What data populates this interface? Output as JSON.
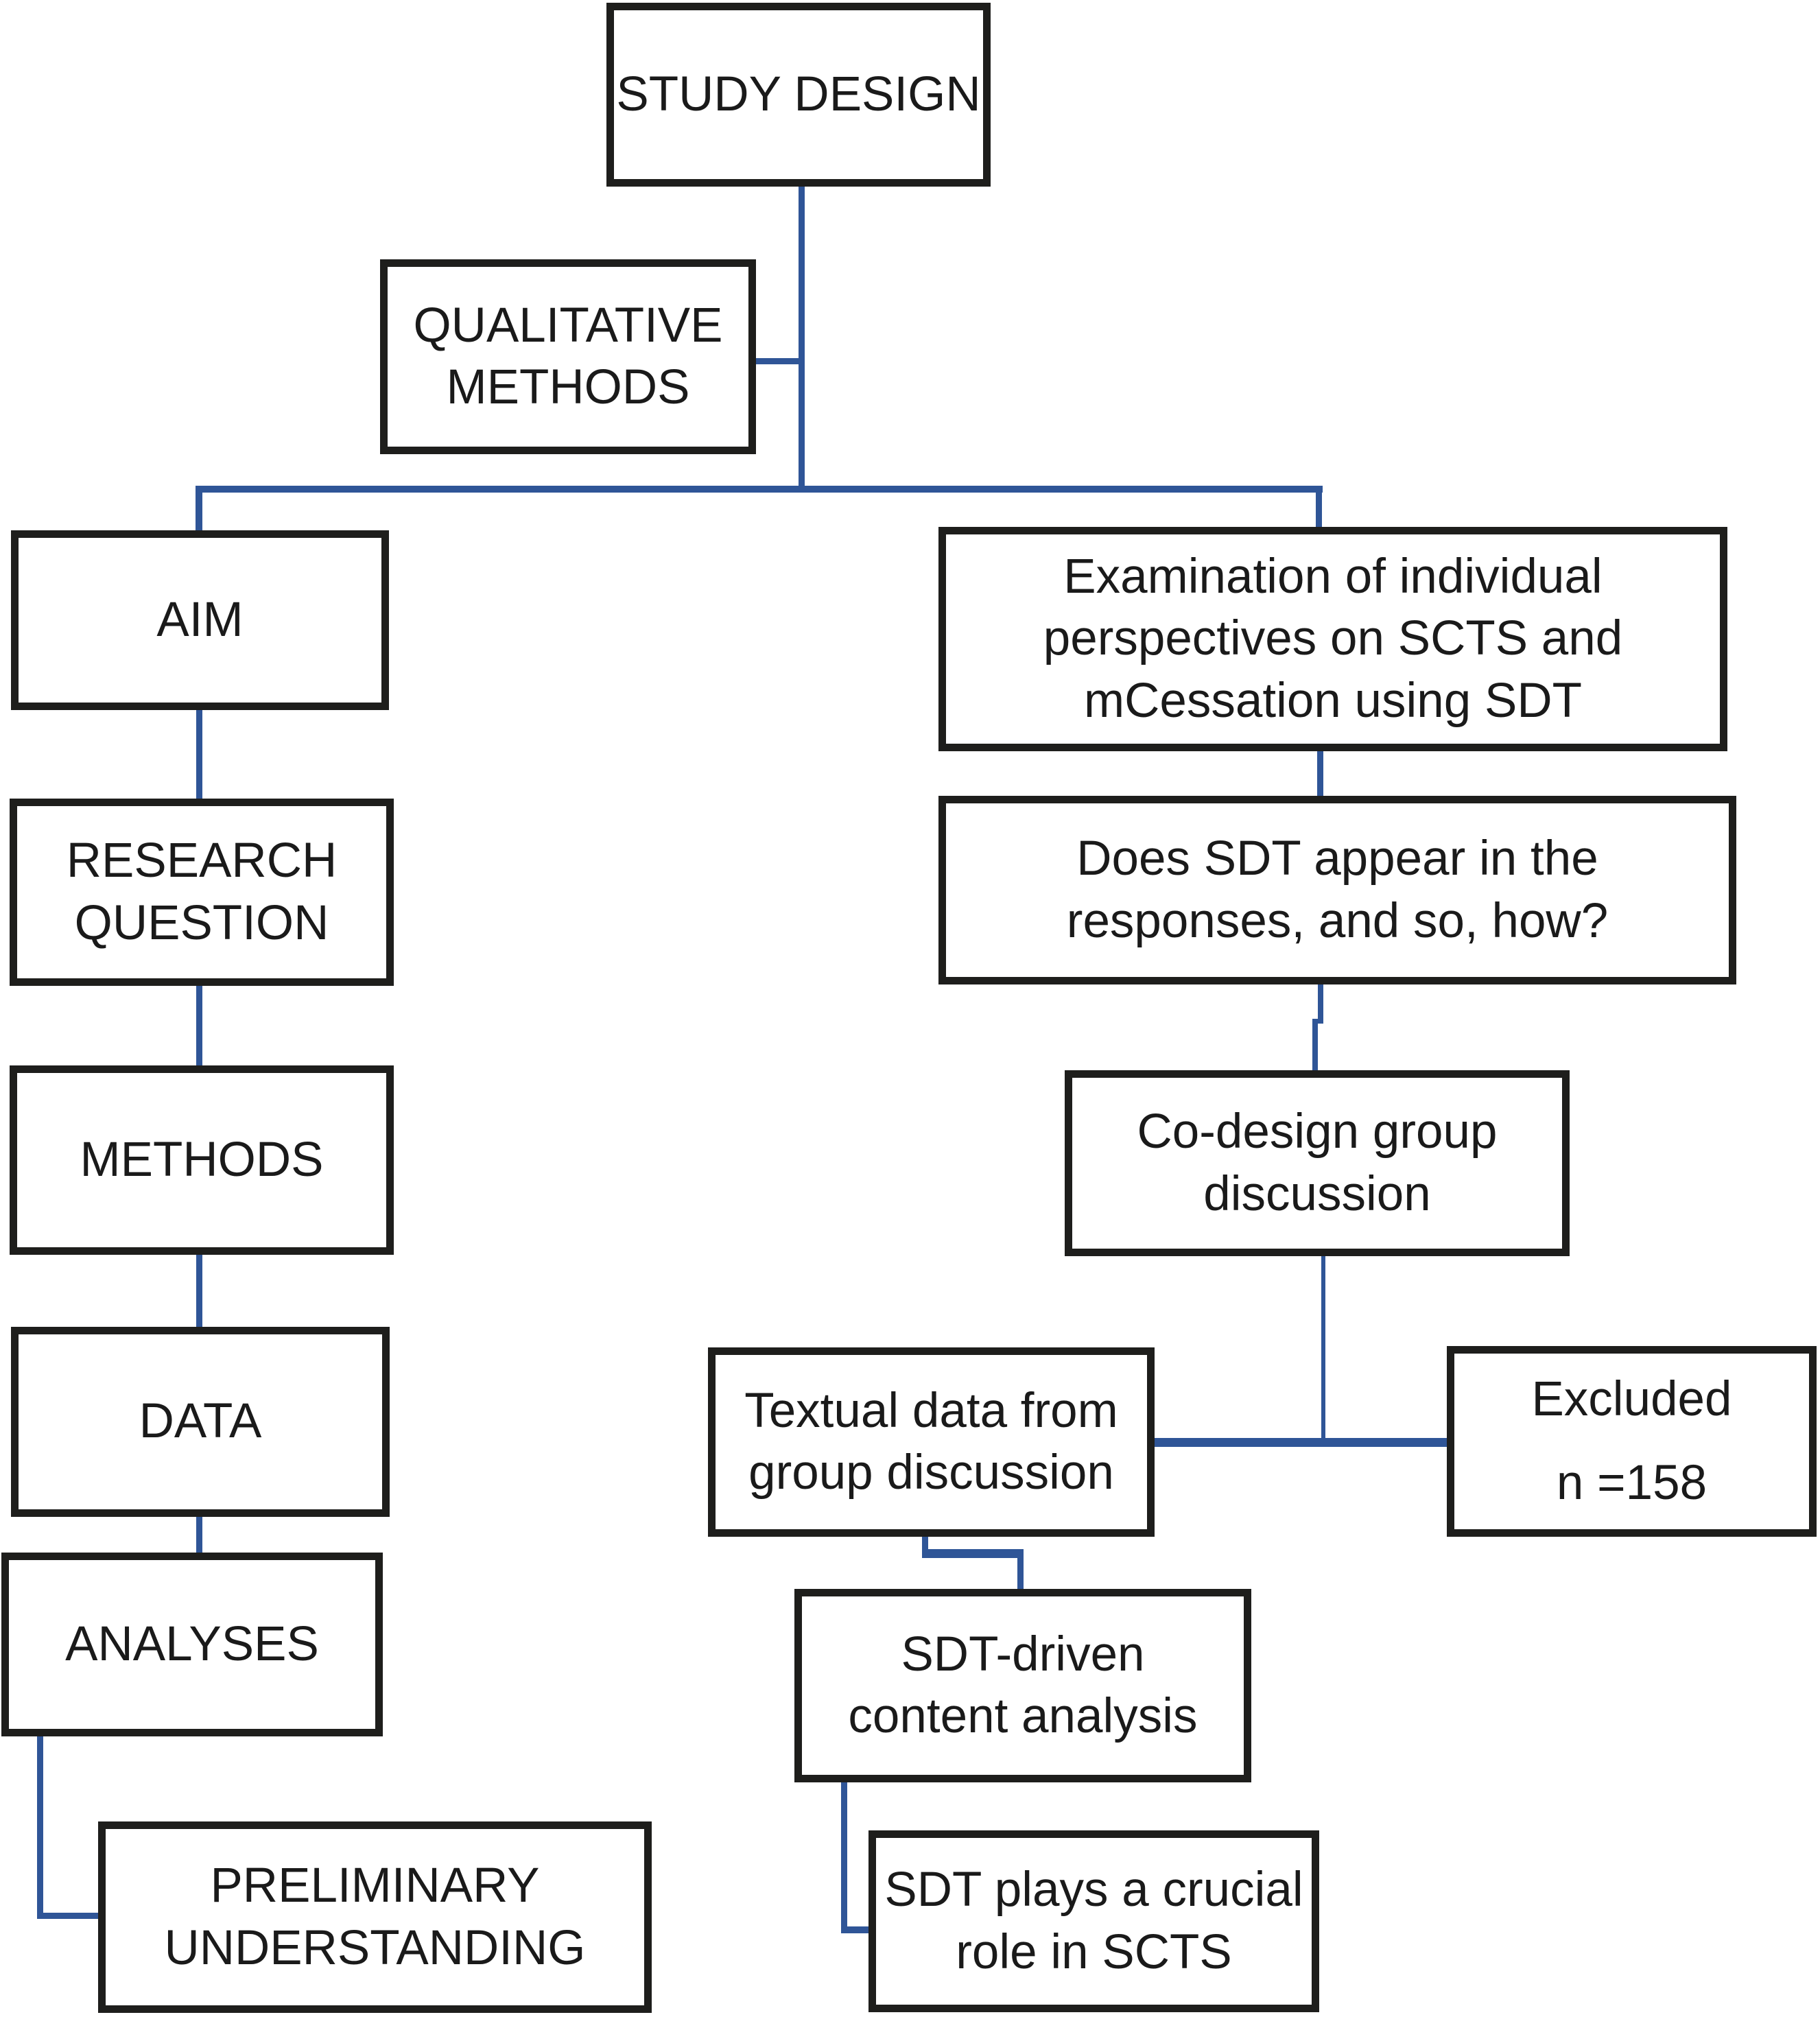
{
  "colors": {
    "connector_blue": "#2f5597",
    "box_border": "#1e1e1c",
    "text": "#1a1a1a",
    "background": "#ffffff"
  },
  "flowchart": {
    "nodes": {
      "study_design": {
        "label": "STUDY DESIGN"
      },
      "qualitative_methods": {
        "label": "QUALITATIVE\nMETHODS"
      },
      "aim": {
        "label": "AIM"
      },
      "research_question": {
        "label": "RESEARCH\nQUESTION"
      },
      "methods": {
        "label": "METHODS"
      },
      "data": {
        "label": "DATA"
      },
      "analyses": {
        "label": "ANALYSES"
      },
      "preliminary_understanding": {
        "label": "PRELIMINARY\nUNDERSTANDING"
      },
      "examination": {
        "label": "Examination of individual\nperspectives on SCTS and\nmCessation using SDT"
      },
      "does_sdt": {
        "label": "Does SDT appear in the\nresponses, and so, how?"
      },
      "co_design": {
        "label": "Co-design group\ndiscussion"
      },
      "textual_data": {
        "label": "Textual data from\ngroup discussion"
      },
      "excluded": {
        "label": "Excluded\nn =158"
      },
      "sdt_driven": {
        "label": "SDT-driven\ncontent analysis"
      },
      "sdt_plays": {
        "label": "SDT plays a crucial\nrole in SCTS"
      }
    },
    "edges": [
      {
        "from": "study_design",
        "to": "qualitative_methods"
      },
      {
        "from": "study_design",
        "to": "aim"
      },
      {
        "from": "study_design",
        "to": "examination"
      },
      {
        "from": "aim",
        "to": "research_question"
      },
      {
        "from": "research_question",
        "to": "methods"
      },
      {
        "from": "methods",
        "to": "data"
      },
      {
        "from": "data",
        "to": "analyses"
      },
      {
        "from": "analyses",
        "to": "preliminary_understanding"
      },
      {
        "from": "examination",
        "to": "does_sdt"
      },
      {
        "from": "does_sdt",
        "to": "co_design"
      },
      {
        "from": "co_design",
        "to": "textual_data"
      },
      {
        "from": "co_design",
        "to": "excluded"
      },
      {
        "from": "textual_data",
        "to": "sdt_driven"
      },
      {
        "from": "sdt_driven",
        "to": "sdt_plays"
      }
    ]
  }
}
